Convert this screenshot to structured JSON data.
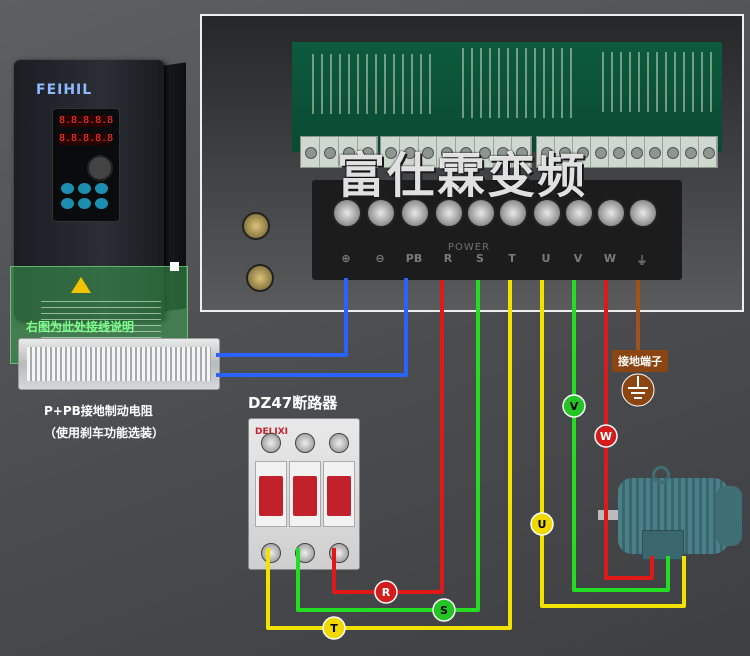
{
  "inverter": {
    "brand": "FEIHIL",
    "display_top": "8.8.8.8.8",
    "display_bottom": "8.8.8.8.8"
  },
  "photo_overlay_title": "富仕霖变频",
  "terminal_labels": [
    "⊕",
    "⊖",
    "PB",
    "R",
    "S",
    "T",
    "U",
    "V",
    "W",
    "⏚"
  ],
  "power_label": "POWER",
  "captions": {
    "right_image_note": "右图为此处接线说明",
    "brake_resistor": "P+PB接地制动电阻",
    "brake_optional": "（使用刹车功能选装）",
    "breaker_model": "DZ47断路器",
    "ground_terminal": "接地端子"
  },
  "breaker_brand": "DELIXI",
  "wire_badges": {
    "R": "R",
    "S": "S",
    "T": "T",
    "U": "U",
    "V": "V",
    "W": "W"
  },
  "colors": {
    "brake_wire": "#2a62ff",
    "R": "#e01818",
    "S": "#22dd22",
    "T": "#f2e200",
    "U": "#f2e200",
    "V": "#22dd22",
    "W": "#e01818",
    "ground": "#a0521a",
    "badge_red": "#d41c1c",
    "badge_green": "#25c425",
    "badge_yellow": "#f0d800"
  }
}
